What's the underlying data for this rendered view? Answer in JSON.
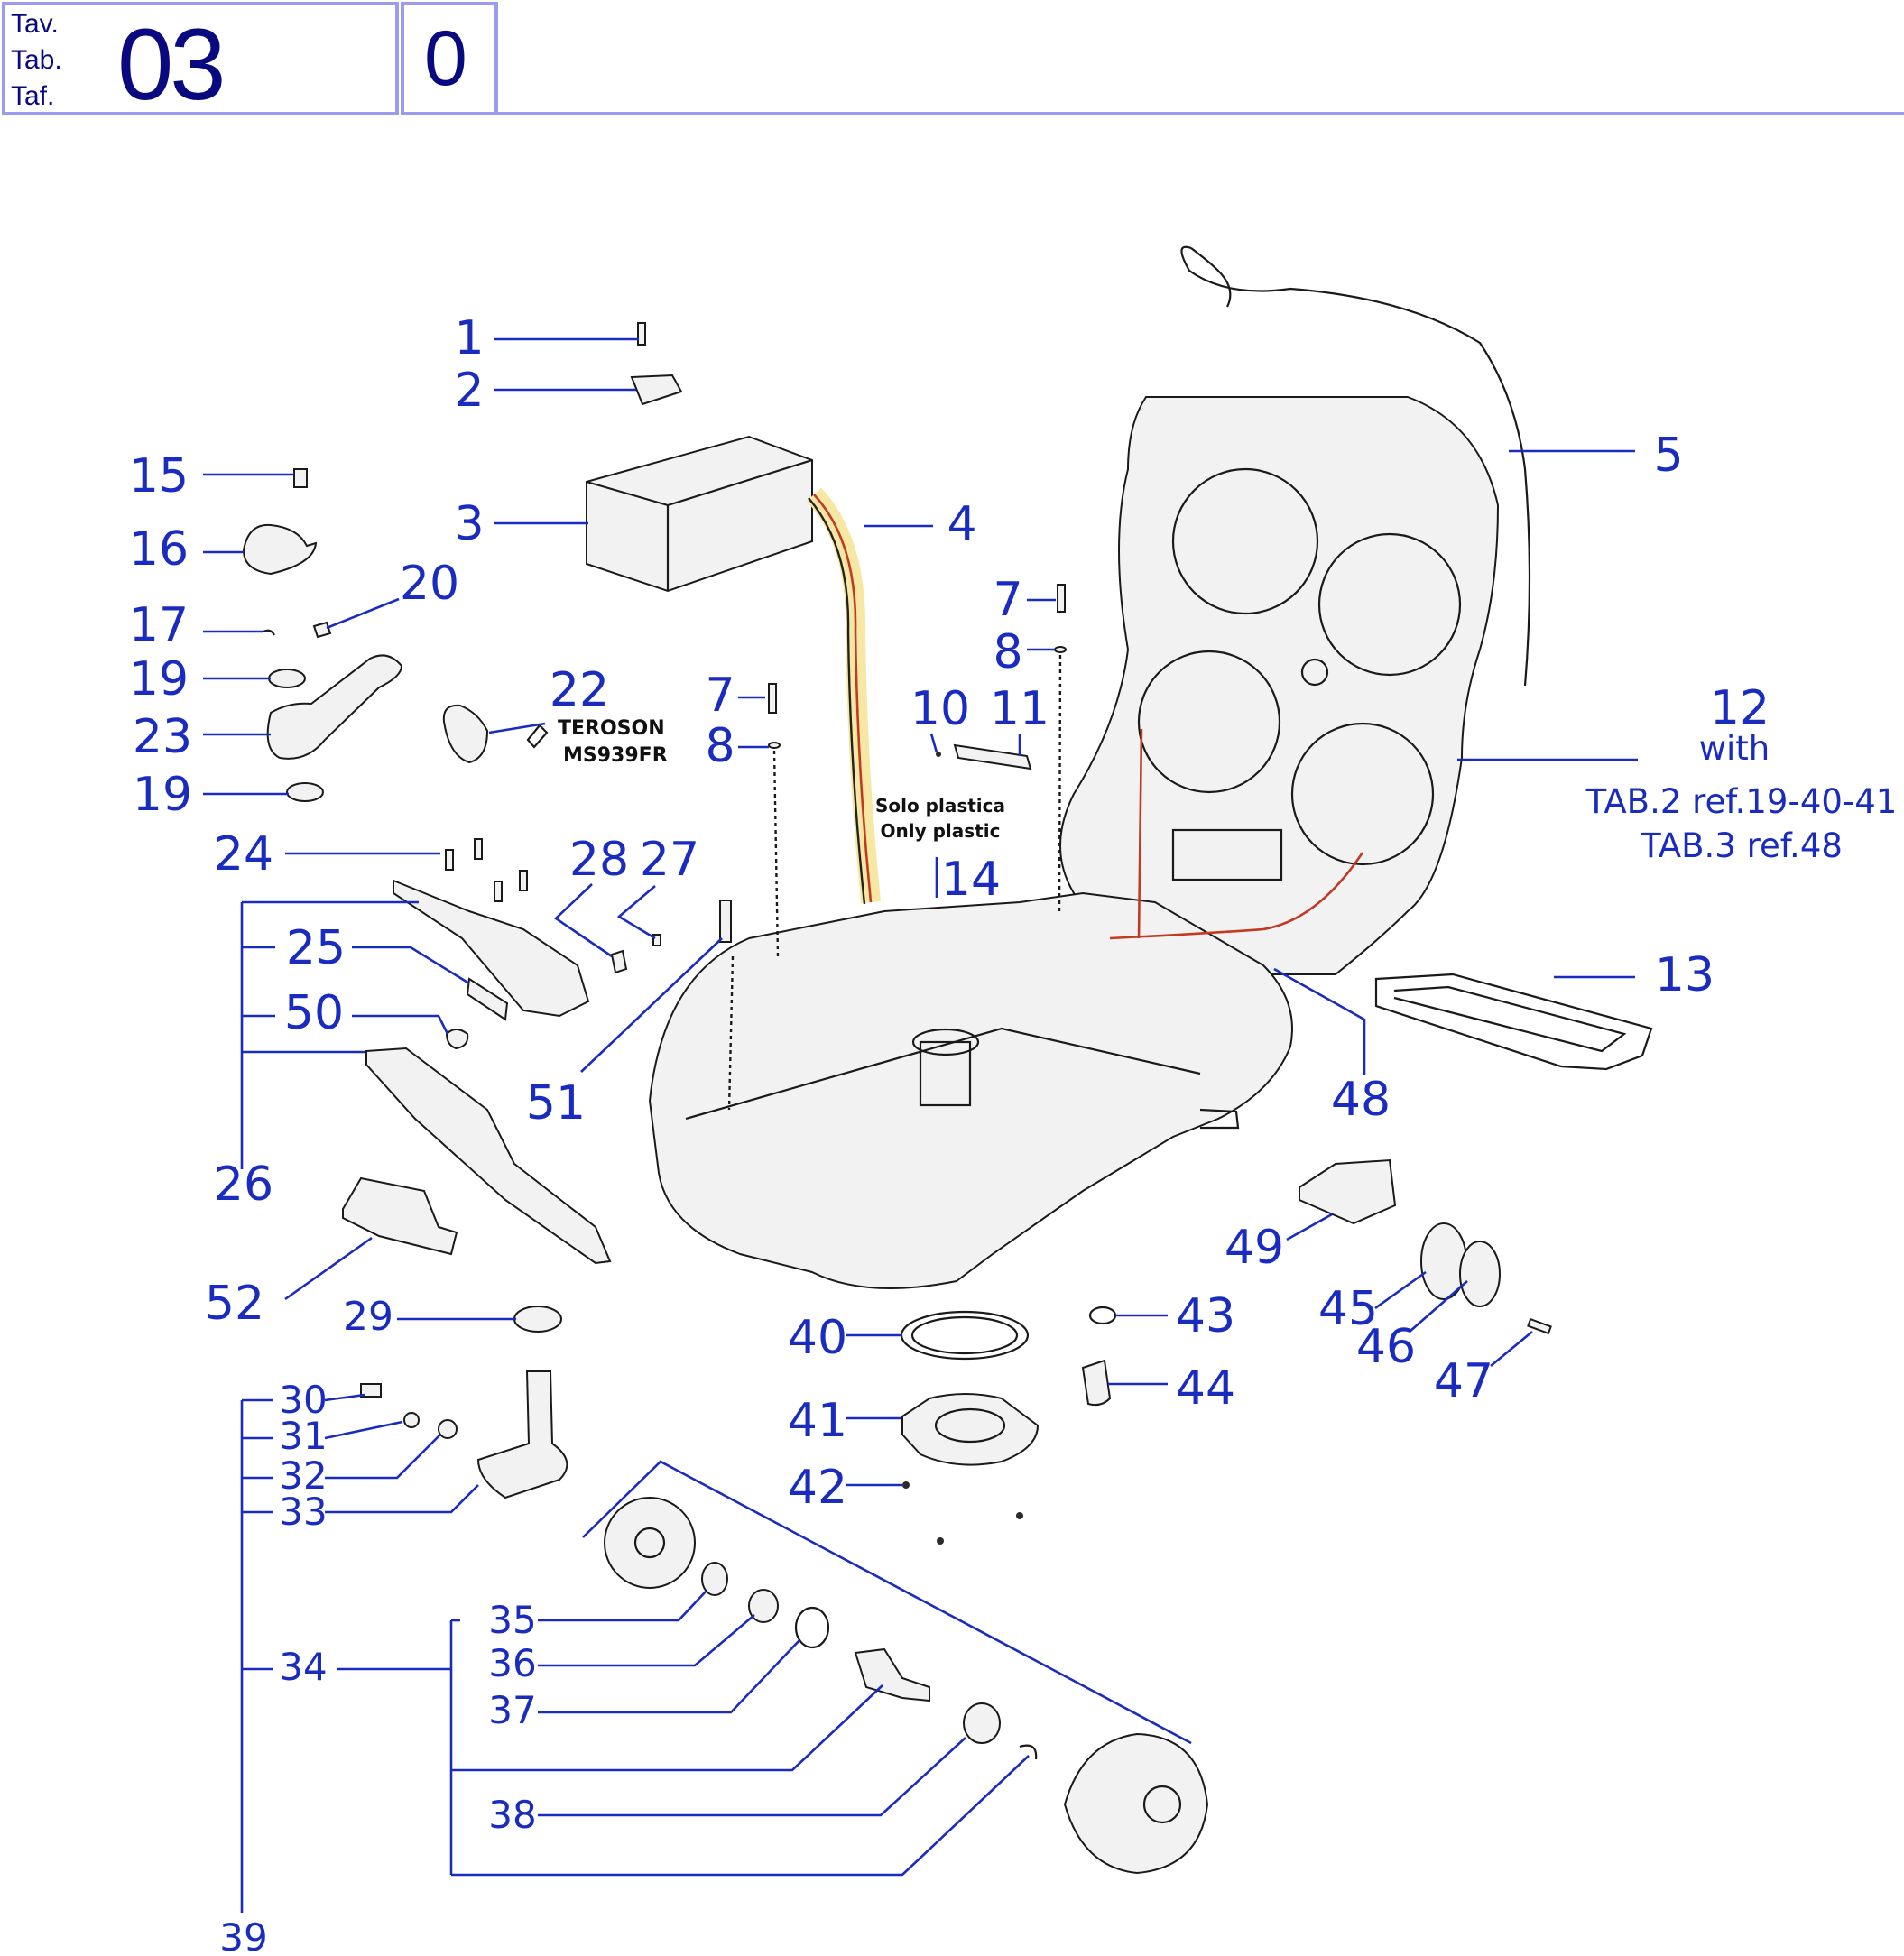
{
  "header": {
    "tav_labels": [
      "Tav.",
      "Tab.",
      "Taf."
    ],
    "table_number": "03",
    "revision": "0"
  },
  "callouts": {
    "c1": "1",
    "c2": "2",
    "c3": "3",
    "c4": "4",
    "c5": "5",
    "c7a": "7",
    "c8a": "8",
    "c7b": "7",
    "c8b": "8",
    "c10": "10",
    "c11": "11",
    "c12": "12",
    "c13": "13",
    "c14": "14",
    "c15": "15",
    "c16": "16",
    "c17": "17",
    "c19a": "19",
    "c19b": "19",
    "c20": "20",
    "c22": "22",
    "c23": "23",
    "c24": "24",
    "c25": "25",
    "c26": "26",
    "c27": "27",
    "c28": "28",
    "c29": "29",
    "c30": "30",
    "c31": "31",
    "c32": "32",
    "c33": "33",
    "c34": "34",
    "c35": "35",
    "c36": "36",
    "c37": "37",
    "c38": "38",
    "c39": "39",
    "c40": "40",
    "c41": "41",
    "c42": "42",
    "c43": "43",
    "c44": "44",
    "c45": "45",
    "c46": "46",
    "c47": "47",
    "c48": "48",
    "c49": "49",
    "c50": "50",
    "c51": "51",
    "c52": "52"
  },
  "notes": {
    "ref12_line1": "with",
    "ref12_line2": "TAB.2 ref.19-40-41",
    "ref12_line3": "TAB.3 ref.48",
    "plastic_it": "Solo plastica",
    "plastic_en": "Only plastic",
    "sealant_brand": "TEROSON",
    "sealant_code": "MS939FR"
  }
}
